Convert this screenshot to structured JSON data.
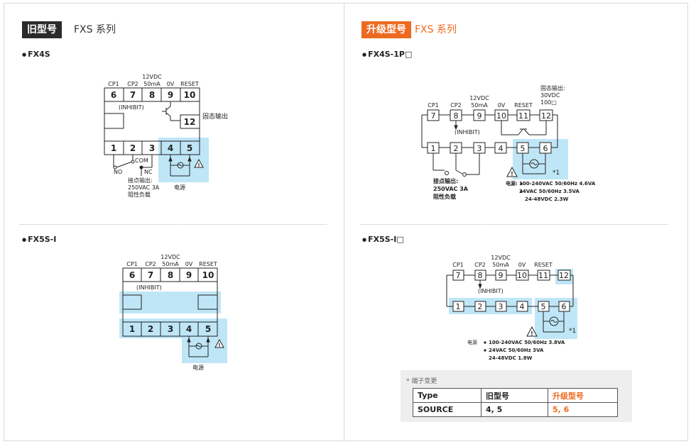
{
  "left": {
    "tag": "旧型号",
    "title": "FXS 系列",
    "fx4s": {
      "model": "FX4S",
      "top_labels": [
        "CP1",
        "CP2",
        "12VDC",
        "50mA",
        "0V",
        "RESET"
      ],
      "top_terminals": [
        "6",
        "7",
        "8",
        "9",
        "10"
      ],
      "inhibit": "(INHIBIT)",
      "ssr_terminal": "12",
      "ssr_label": "固态输出",
      "bottom_terminals": [
        "1",
        "2",
        "3",
        "4",
        "5"
      ],
      "com": "COM",
      "no": "NO",
      "nc": "NC",
      "contact_lines": [
        "接点输出:",
        "250VAC 3A",
        "阻性负载"
      ],
      "power": "电源"
    },
    "fx5s": {
      "model": "FX5S-I",
      "top_labels": [
        "CP1",
        "CP2",
        "12VDC",
        "50mA",
        "0V",
        "RESET"
      ],
      "top_terminals": [
        "6",
        "7",
        "8",
        "9",
        "10"
      ],
      "inhibit": "(INHIBIT)",
      "bottom_terminals": [
        "1",
        "2",
        "3",
        "4",
        "5"
      ],
      "power": "电源"
    }
  },
  "right": {
    "tag": "升级型号",
    "title": "FXS 系列",
    "fx4s": {
      "model": "FX4S-1P□",
      "top_labels": [
        "CP1",
        "CP2",
        "12VDC",
        "50mA",
        "0V",
        "RESET"
      ],
      "top_terminals": [
        "7",
        "8",
        "9",
        "10",
        "11",
        "12"
      ],
      "ssr_lines": [
        "固态输出:",
        "30VDC",
        "100□"
      ],
      "inhibit": "(INHIBIT)",
      "bottom_terminals": [
        "1",
        "2",
        "3",
        "4",
        "5",
        "6"
      ],
      "star": "*1",
      "contact_lines": [
        "接点输出:",
        "250VAC 3A",
        "阻性负载"
      ],
      "power_label": "电源:",
      "power_lines": [
        "100-240VAC 50/60Hz 4.6VA",
        "24VAC 50/60Hz 3.5VA",
        "24-48VDC 2.3W"
      ]
    },
    "fx5s": {
      "model": "FX5S-I□",
      "top_labels": [
        "CP1",
        "CP2",
        "12VDC",
        "50mA",
        "0V",
        "RESET"
      ],
      "top_terminals": [
        "7",
        "8",
        "9",
        "10",
        "11",
        "12"
      ],
      "inhibit": "(INHIBIT)",
      "bottom_terminals": [
        "1",
        "2",
        "3",
        "4",
        "5",
        "6"
      ],
      "star": "*1",
      "power_label": "电源",
      "power_lines": [
        "100-240VAC 50/60Hz 3.8VA",
        "24VAC 50/60Hz 3VA",
        "24-48VDC 1.8W"
      ]
    },
    "table": {
      "note": "* 端子变更",
      "headers": [
        "Type",
        "旧型号",
        "升级型号"
      ],
      "row": [
        "SOURCE",
        "4, 5",
        "5, 6"
      ]
    }
  },
  "colors": {
    "accent": "#ee6a20",
    "dark_tag": "#2b2b2b",
    "highlight": "#bfe6f7"
  }
}
